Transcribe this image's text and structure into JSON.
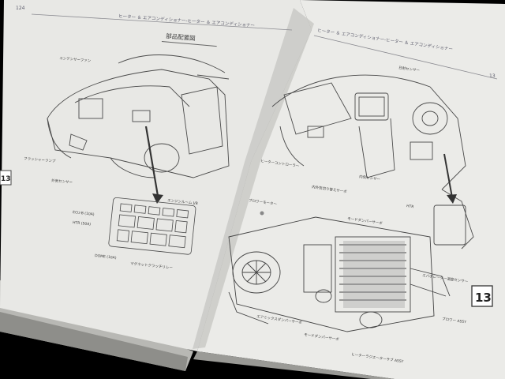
{
  "image": {
    "subject": "open-service-manual",
    "colors": {
      "background": "#000000",
      "page": "#e9e9e6",
      "page_shadow": "#c9c9c5",
      "ink": "#3c3c3c",
      "tab": "#ffffff"
    }
  },
  "left_page": {
    "page_number": "124",
    "header": "ヒーター ＆ エアコンディショナー-ヒーター ＆ エアコンディショナー",
    "section_title": "部品配置図",
    "section_tab": "13",
    "labels": {
      "sensor": "外気センサー",
      "flasher": "フラッシャーランプ",
      "junction_block": "エンジンルーム J/B",
      "fuse_ecu": "ECU-B (10A)",
      "fuse_htr": "HTR (50A)",
      "fuse_dome": "DOME (10A)",
      "relay": "マグネットクラッチリレー",
      "condenser": "コンデンサーファン"
    }
  },
  "right_page": {
    "header": "ヒーター ＆ エアコンディショナー-ヒーター ＆ エアコンディショナー",
    "page_number": "13",
    "section_tab": "13",
    "labels": {
      "dash_sensor": "日射センサー",
      "heater_core": "ヒーターコントローラー",
      "htr_fuse": "HTR",
      "inside_sensor": "内気センサー",
      "blower_motor": "ブロワーモーター",
      "blower_sub": "内外気切り替えサーボ",
      "servo_assy": "モードダンパーサーボ",
      "evap_sensor": "エバポレーター温度センサー",
      "airmix_servo": "エアミックスダンパーサーボ",
      "mode_servo": "モードダンパーサーボ",
      "radiator": "ヒーターラジエーターサブ ASSY",
      "blower_assy": "ブロワー ASSY"
    }
  }
}
